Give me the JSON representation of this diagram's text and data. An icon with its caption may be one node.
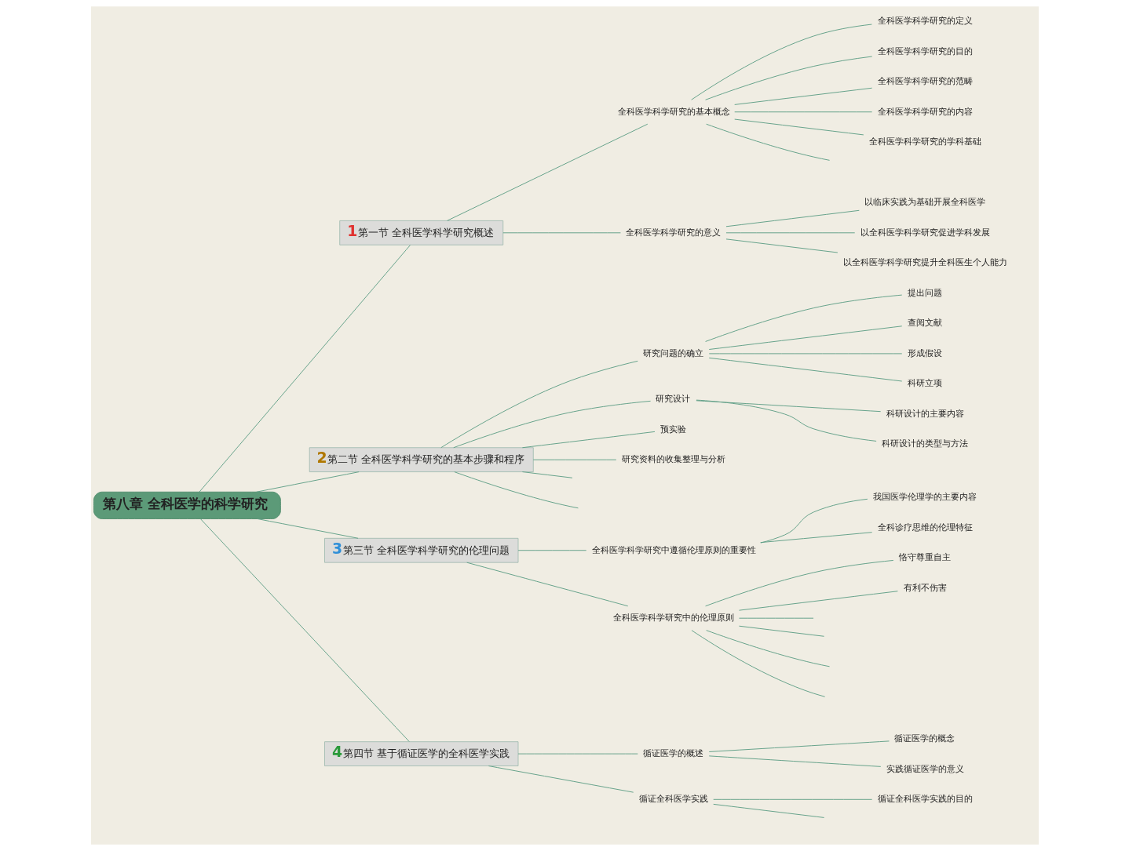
{
  "diagram": {
    "nodes": [
      {
        "text": [
          "第八章 全科医学的科学研究"
        ]
      },
      {
        "text": [
          "1",
          "第一节 全科医学科学研究概述"
        ]
      },
      {
        "text": [
          "全科医学科学研究的基本概念"
        ]
      },
      {
        "text": [
          "全科医学科学研究的定义"
        ]
      },
      {
        "text": [
          "全科医学科学研究的目的"
        ]
      },
      {
        "text": [
          "全科医学科学研究的范畴"
        ]
      },
      {
        "text": [
          "全科医学科学研究的内容"
        ]
      },
      {
        "text": [
          "全科医学科学研究的学科基础"
        ]
      },
      {
        "text": [
          "全科医学科学研究的意义"
        ]
      },
      {
        "text": [
          "以临床实践为基础开展全科医学"
        ]
      },
      {
        "text": [
          "以全科医学科学研究促进学科发展"
        ]
      },
      {
        "text": [
          "以全科医学科学研究提升全科医生个人能力"
        ]
      },
      {
        "text": [
          "2",
          "第二节 全科医学科学研究的基本步骤和程序"
        ]
      },
      {
        "text": [
          "研究问题的确立"
        ]
      },
      {
        "text": [
          "提出问题"
        ]
      },
      {
        "text": [
          "查阅文献"
        ]
      },
      {
        "text": [
          "形成假设"
        ]
      },
      {
        "text": [
          "科研立项"
        ]
      },
      {
        "text": [
          "研究设计"
        ]
      },
      {
        "text": [
          "科研设计的主要内容"
        ]
      },
      {
        "text": [
          "科研设计的类型与方法"
        ]
      },
      {
        "text": [
          "预实验"
        ]
      },
      {
        "text": [
          "研究资料的收集整理与分析"
        ]
      },
      {
        "text": [
          "3",
          "第三节 全科医学科学研究的伦理问题"
        ]
      },
      {
        "text": [
          "全科医学科学研究中遵循伦理原则的重要性"
        ]
      },
      {
        "text": [
          "我国医学伦理学的主要内容"
        ]
      },
      {
        "text": [
          "全科诊疗思维的伦理特征"
        ]
      },
      {
        "text": [
          "全科医学科学研究中的伦理原则"
        ]
      },
      {
        "text": [
          "恪守尊重自主"
        ]
      },
      {
        "text": [
          "有利不伤害"
        ]
      },
      {
        "text": [
          "4",
          "第四节 基于循证医学的全科医学实践"
        ]
      },
      {
        "text": [
          "循证医学的概述"
        ]
      },
      {
        "text": [
          "循证医学的概念"
        ]
      },
      {
        "text": [
          "实践循证医学的意义"
        ]
      },
      {
        "text": [
          "循证全科医学实践"
        ]
      },
      {
        "text": [
          "循证全科医学实践的目的"
        ]
      }
    ],
    "edges": [
      {
        "from": 0,
        "to": 1,
        "arrow": "none"
      },
      {
        "from": 1,
        "to": 2,
        "arrow": "none"
      },
      {
        "from": 2,
        "to": 3,
        "arrow": "none"
      },
      {
        "from": 2,
        "to": 4,
        "arrow": "none"
      },
      {
        "from": 2,
        "to": 5,
        "arrow": "none"
      },
      {
        "from": 2,
        "to": 6,
        "arrow": "none"
      },
      {
        "from": 2,
        "to": 7,
        "arrow": "none"
      },
      {
        "from": 2,
        "to": null,
        "arrow": "none"
      },
      {
        "from": 1,
        "to": 8,
        "arrow": "none"
      },
      {
        "from": 8,
        "to": 9,
        "arrow": "none"
      },
      {
        "from": 8,
        "to": 10,
        "arrow": "none"
      },
      {
        "from": 8,
        "to": 11,
        "arrow": "none"
      },
      {
        "from": 0,
        "to": 12,
        "arrow": "none"
      },
      {
        "from": 12,
        "to": 13,
        "arrow": "none"
      },
      {
        "from": 13,
        "to": 14,
        "arrow": "none"
      },
      {
        "from": 13,
        "to": 15,
        "arrow": "none"
      },
      {
        "from": 13,
        "to": 16,
        "arrow": "none"
      },
      {
        "from": 13,
        "to": 17,
        "arrow": "none"
      },
      {
        "from": 12,
        "to": 18,
        "arrow": "none"
      },
      {
        "from": 18,
        "to": 19,
        "arrow": "none"
      },
      {
        "from": 18,
        "to": 20,
        "arrow": "none"
      },
      {
        "from": 12,
        "to": 21,
        "arrow": "none"
      },
      {
        "from": 12,
        "to": 22,
        "arrow": "none"
      },
      {
        "from": 12,
        "to": null,
        "arrow": "none"
      },
      {
        "from": 12,
        "to": null,
        "arrow": "none"
      },
      {
        "from": 0,
        "to": 23,
        "arrow": "none"
      },
      {
        "from": 23,
        "to": 24,
        "arrow": "none"
      },
      {
        "from": 24,
        "to": 25,
        "arrow": "none"
      },
      {
        "from": 24,
        "to": 26,
        "arrow": "none"
      },
      {
        "from": 23,
        "to": 27,
        "arrow": "none"
      },
      {
        "from": 27,
        "to": 28,
        "arrow": "none"
      },
      {
        "from": 27,
        "to": 29,
        "arrow": "none"
      },
      {
        "from": 27,
        "to": null,
        "arrow": "none"
      },
      {
        "from": 27,
        "to": null,
        "arrow": "none"
      },
      {
        "from": 27,
        "to": null,
        "arrow": "none"
      },
      {
        "from": 27,
        "to": null,
        "arrow": "none"
      },
      {
        "from": 0,
        "to": 30,
        "arrow": "none"
      },
      {
        "from": 30,
        "to": 31,
        "arrow": "none"
      },
      {
        "from": 31,
        "to": 32,
        "arrow": "none"
      },
      {
        "from": 31,
        "to": 33,
        "arrow": "none"
      },
      {
        "from": 30,
        "to": 34,
        "arrow": "none"
      },
      {
        "from": 34,
        "to": 35,
        "arrow": "none"
      },
      {
        "from": 34,
        "to": null,
        "arrow": "none"
      }
    ]
  }
}
